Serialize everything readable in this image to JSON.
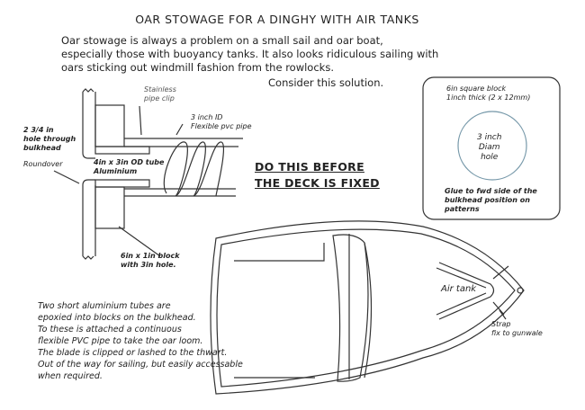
{
  "title": "OAR STOWAGE FOR A DINGHY WITH AIR TANKS",
  "intro": [
    "Oar stowage is always a problem on a small sail and oar boat,",
    "especially those with buoyancy tanks. It also looks ridiculous sailing with",
    "oars sticking out windmill fashion from the rowlocks.",
    "Consider this solution."
  ],
  "labels": {
    "pipe_clip": [
      "Stainless",
      "pipe clip"
    ],
    "pvc": [
      "3 inch ID",
      "Flexible pvc pipe"
    ],
    "hole": [
      "2 3/4 in",
      "hole through",
      "bulkhead"
    ],
    "roundover": "Roundover",
    "tube": [
      "4in x 3in OD tube",
      "Aluminium"
    ],
    "block": [
      "6in x 1in block",
      "with 3in hole."
    ],
    "air_tank": "Air tank",
    "strap": [
      "Strap",
      "fix to gunwale"
    ]
  },
  "warning": [
    "DO THIS BEFORE",
    "THE DECK IS FIXED"
  ],
  "block_detail": {
    "heading": [
      "6in square block",
      "1inch thick (2 x 12mm)"
    ],
    "hole": [
      "3 inch",
      "Diam",
      "hole"
    ],
    "note": [
      "Glue to fwd side of the",
      "bulkhead position on",
      "patterns"
    ]
  },
  "notes": [
    "Two short aluminium tubes are",
    "epoxied into blocks on the bulkhead.",
    "To these is attached a continuous",
    "flexible PVC pipe to take the oar loom.",
    "The blade is clipped or lashed to the thwart.",
    "Out of the way for sailing, but easily accessable",
    "when required."
  ]
}
